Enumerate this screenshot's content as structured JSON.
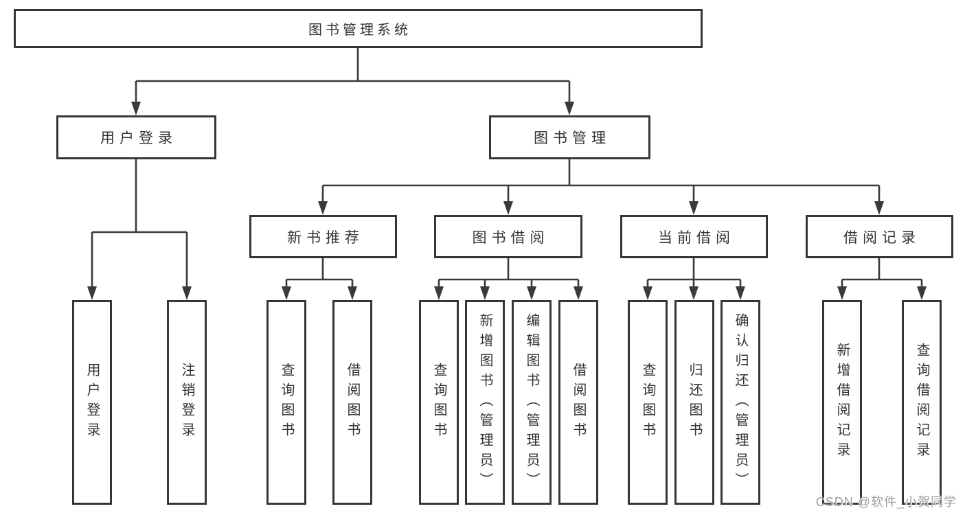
{
  "diagram": {
    "type": "hierarchy-tree",
    "title": "图书管理系统",
    "colors": {
      "line": "#3a3a3a",
      "box_border": "#363636",
      "text": "#333333",
      "watermark": "#a0a0a0",
      "background": "#ffffff"
    }
  },
  "tree": {
    "root": "图书管理系统",
    "children": [
      {
        "label": "用户登录",
        "children": [
          "用户登录",
          "注销登录"
        ]
      },
      {
        "label": "图书管理",
        "children": [
          {
            "label": "新书推荐",
            "children": [
              "查询图书",
              "借阅图书"
            ]
          },
          {
            "label": "图书借阅",
            "children": [
              "查询图书",
              "新增图书（管理员）",
              "编辑图书（管理员）",
              "借阅图书"
            ]
          },
          {
            "label": "当前借阅",
            "children": [
              "查询图书",
              "归还图书",
              "确认归还（管理员）"
            ]
          },
          {
            "label": "借阅记录",
            "children": [
              "新增借阅记录",
              "查询借阅记录"
            ]
          }
        ]
      }
    ]
  },
  "watermark": "CSDN @软件_小贺同学"
}
